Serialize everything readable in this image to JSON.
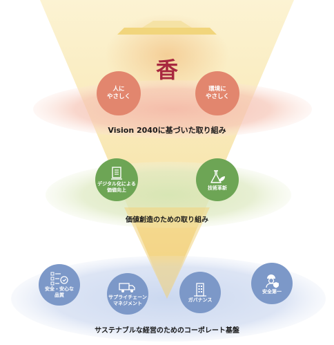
{
  "center_glyph": "香",
  "tier1": {
    "circles": [
      {
        "label_line1": "人に",
        "label_line2": "やさしく"
      },
      {
        "label_line1": "環境に",
        "label_line2": "やさしく"
      }
    ],
    "caption": "Vision 2040に基づいた取り組み"
  },
  "tier2": {
    "circles": [
      {
        "label_line1": "デジタル化による",
        "label_line2": "価値向上",
        "icon": "document-icon"
      },
      {
        "label_line1": "技術革新",
        "label_line2": "",
        "icon": "flask-leaf-icon"
      }
    ],
    "caption": "価値創造のための取り組み"
  },
  "tier3": {
    "circles": [
      {
        "label_line1": "安全・安心な",
        "label_line2": "品質",
        "icon": "checklist-icon"
      },
      {
        "label_line1": "サプライチェーン",
        "label_line2": "マネジメント",
        "icon": "truck-icon"
      },
      {
        "label_line1": "ガバナンス",
        "label_line2": "",
        "icon": "building-icon"
      },
      {
        "label_line1": "安全第一",
        "label_line2": "",
        "icon": "worker-icon"
      }
    ],
    "caption": "サステナブルな経営のためのコーポレート基盤"
  },
  "colors": {
    "tier1_circle": "#e2866e",
    "tier2_circle": "#6da555",
    "tier3_circle": "#7c98c8",
    "glyph": "#a8283f",
    "funnel": "#f7e6a8"
  }
}
